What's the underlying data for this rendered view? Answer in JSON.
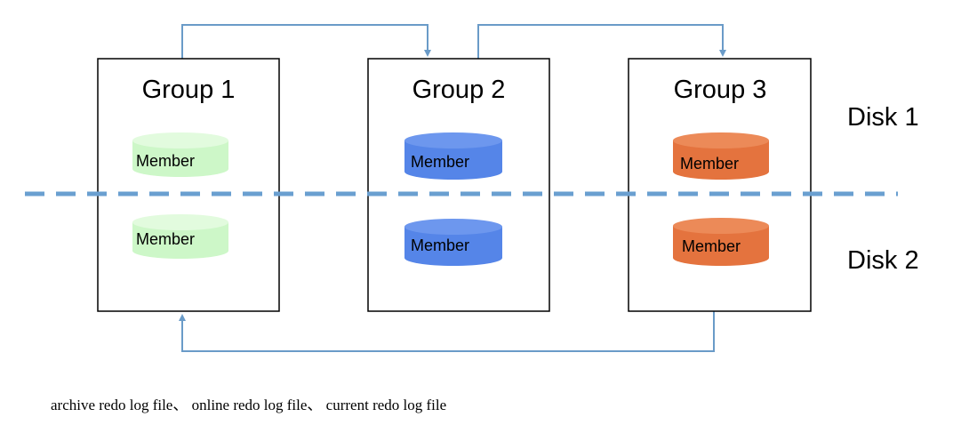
{
  "groups": [
    {
      "title": "Group 1",
      "members": [
        "Member",
        "Member"
      ],
      "color": "#cdf7c8",
      "color_dark": "#a8e6a2"
    },
    {
      "title": "Group 2",
      "members": [
        "Member",
        "Member"
      ],
      "color": "#5585e8",
      "color_dark": "#3c6fd8"
    },
    {
      "title": "Group 3",
      "members": [
        "Member",
        "Member"
      ],
      "color": "#e4733e",
      "color_dark": "#cf5f2c"
    }
  ],
  "disks": [
    "Disk 1",
    "Disk 2"
  ],
  "divider_color": "#6a9fd0",
  "arrow_color": "#6a9bc8",
  "caption": "archive redo log file、 online redo log file、 current redo log file"
}
